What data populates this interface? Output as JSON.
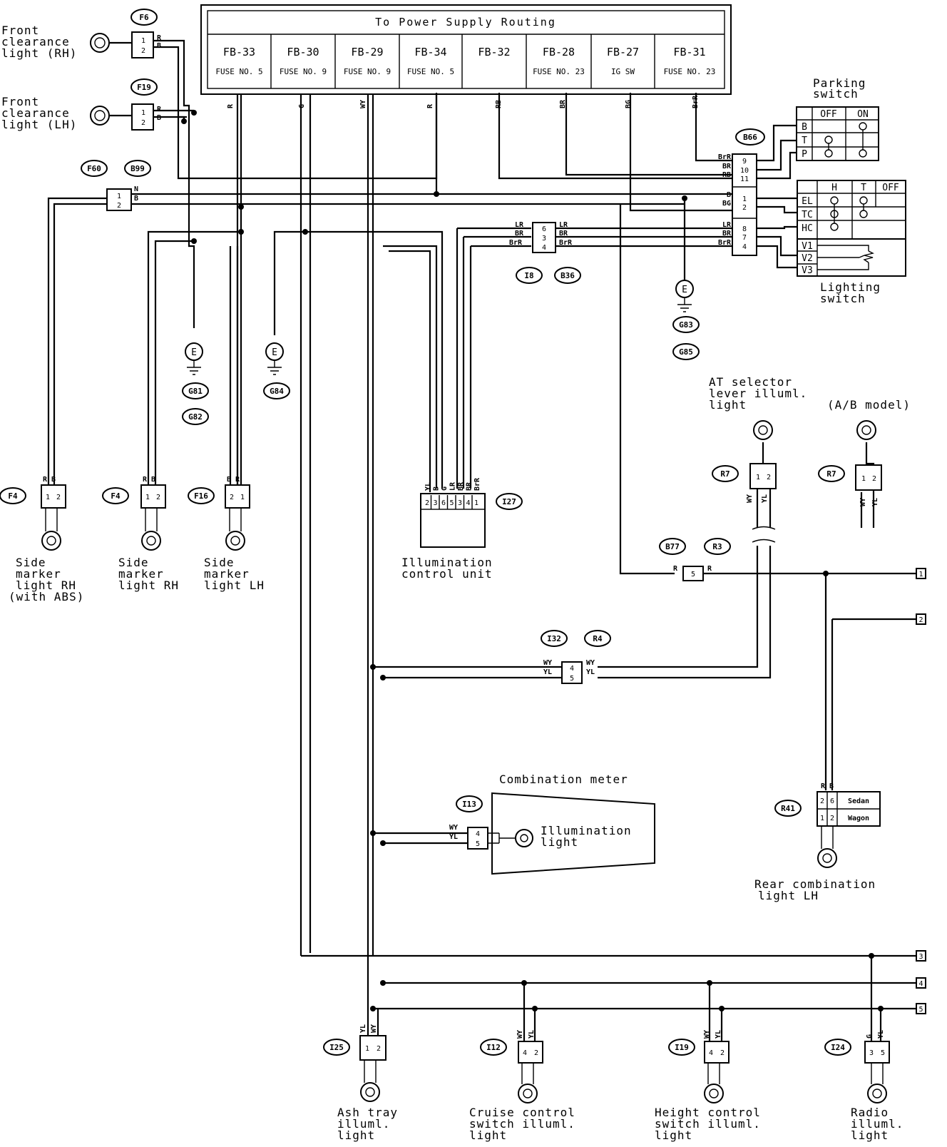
{
  "header": {
    "title": "To Power Supply Routing",
    "fuses": [
      {
        "code": "FB-33",
        "desc": "FUSE NO. 5"
      },
      {
        "code": "FB-30",
        "desc": "FUSE NO. 9"
      },
      {
        "code": "FB-29",
        "desc": "FUSE NO. 9"
      },
      {
        "code": "FB-34",
        "desc": "FUSE NO. 5"
      },
      {
        "code": "FB-32",
        "desc": ""
      },
      {
        "code": "FB-28",
        "desc": "FUSE NO. 23"
      },
      {
        "code": "FB-27",
        "desc": "IG SW"
      },
      {
        "code": "FB-31",
        "desc": "FUSE NO. 23"
      }
    ]
  },
  "header_wires": [
    "R",
    "G",
    "WY",
    "R",
    "RB",
    "BR",
    "BG",
    "BrR"
  ],
  "components": {
    "front_rh": {
      "lines": [
        "Front",
        "clearance",
        "light (RH)"
      ],
      "connector": "F6",
      "pins": [
        "1",
        "2"
      ],
      "wires": [
        "R",
        "B"
      ]
    },
    "front_lh": {
      "lines": [
        "Front",
        "clearance",
        "light (LH)"
      ],
      "connector": "F19",
      "pins": [
        "1",
        "2"
      ],
      "wires": [
        "R",
        "B"
      ]
    },
    "junction_top": {
      "connectors": [
        "F60",
        "B99"
      ],
      "pins": [
        "1",
        "2"
      ],
      "wires": [
        "N",
        "B"
      ]
    },
    "side_rh_abs": {
      "lines": [
        "Side",
        "marker",
        "light RH",
        "(with ABS)"
      ],
      "connector": "F4",
      "pins": [
        "1",
        "2"
      ],
      "wires": [
        "R",
        "B"
      ]
    },
    "side_rh": {
      "lines": [
        "Side",
        "marker",
        "light RH"
      ],
      "connector": "F4",
      "pins": [
        "1",
        "2"
      ],
      "wires": [
        "R",
        "B"
      ]
    },
    "side_lh": {
      "lines": [
        "Side",
        "marker",
        "light LH"
      ],
      "connector": "F16",
      "pins": [
        "2",
        "1"
      ],
      "wires": [
        "B",
        "R"
      ]
    },
    "grounds": {
      "g81": "G81",
      "g82": "G82",
      "g84": "G84",
      "g83": "G83",
      "g85": "G85"
    },
    "illum_cu": {
      "lines": [
        "Illumination",
        "control unit"
      ],
      "connector": "I27",
      "pins": [
        "2",
        "3",
        "6",
        "5",
        "3",
        "4",
        "1"
      ],
      "wires": [
        "YL",
        "B",
        "G",
        "LR",
        "BR",
        "BR",
        "BrR"
      ]
    },
    "conn_i8": {
      "connectors": [
        "I8",
        "B36"
      ],
      "pins": [
        "6",
        "3",
        "4"
      ],
      "wires_left": [
        "LR",
        "BR",
        "BrR"
      ],
      "wires_right": [
        "LR",
        "BR",
        "BrR"
      ]
    },
    "parking": {
      "lines": [
        "Parking",
        "switch"
      ],
      "headers": [
        "OFF",
        "ON"
      ],
      "rows": [
        "B",
        "T",
        "P"
      ]
    },
    "lighting": {
      "lines": [
        "Lighting",
        "switch"
      ],
      "headers": [
        "H",
        "T",
        "OFF"
      ],
      "rows": [
        "EL",
        "TC",
        "HC",
        "V1",
        "V2",
        "V3"
      ]
    },
    "b66": {
      "connector": "B66",
      "pins_a": [
        "9",
        "10",
        "11"
      ],
      "wires_a": [
        "BrR",
        "BR",
        "RB"
      ],
      "pins_b": [
        "1",
        "2"
      ],
      "wires_b": [
        "B",
        "BG"
      ],
      "pins_c": [
        "8",
        "7",
        "4"
      ],
      "wires_c": [
        "LR",
        "BR",
        "BrR"
      ]
    },
    "at_selector": {
      "lines": [
        "AT selector",
        "lever illuml.",
        "light"
      ],
      "connector": "R7",
      "pins": [
        "1",
        "2"
      ],
      "wires": [
        "WY",
        "YL"
      ]
    },
    "ab_model": {
      "label": "(A/B model)",
      "connector": "R7",
      "pins": [
        "1",
        "2"
      ],
      "wires": [
        "WY",
        "YL"
      ]
    },
    "b77": {
      "connectors": [
        "B77",
        "R3"
      ],
      "pin": "5",
      "wires": [
        "R",
        "R"
      ]
    },
    "i32": {
      "connectors": [
        "I32",
        "R4"
      ],
      "pins": [
        "4",
        "5"
      ],
      "wires_left": [
        "WY",
        "YL"
      ],
      "wires_right": [
        "WY",
        "YL"
      ]
    },
    "meter": {
      "title": "Combination meter",
      "lines": [
        "Illumination",
        "light"
      ],
      "connector": "I13",
      "pins": [
        "4",
        "5"
      ],
      "wires": [
        "WY",
        "YL"
      ]
    },
    "rear_comb": {
      "lines": [
        "Rear combination",
        "light LH"
      ],
      "connector": "R41",
      "pins": [
        "2",
        "1"
      ],
      "wires": [
        "R",
        "B"
      ],
      "variants": [
        "Sedan",
        "Wagon"
      ],
      "variant_pins": [
        "6",
        "2"
      ]
    },
    "ash": {
      "lines": [
        "Ash tray",
        "illuml.",
        "light"
      ],
      "connector": "I25",
      "pins": [
        "1",
        "2"
      ],
      "wires": [
        "YL",
        "WY"
      ]
    },
    "cruise": {
      "lines": [
        "Cruise control",
        "switch illuml.",
        "light"
      ],
      "connector": "I12",
      "pins": [
        "4",
        "2"
      ],
      "wires": [
        "WY",
        "YL"
      ]
    },
    "height": {
      "lines": [
        "Height control",
        "switch illuml.",
        "light"
      ],
      "connector": "I19",
      "pins": [
        "4",
        "2"
      ],
      "wires": [
        "WY",
        "YL"
      ]
    },
    "radio": {
      "lines": [
        "Radio",
        "illuml.",
        "light"
      ],
      "connector": "I24",
      "pins": [
        "3",
        "5"
      ],
      "wires": [
        "G",
        "YL"
      ]
    }
  },
  "terminals": [
    "1",
    "2",
    "3",
    "4",
    "5"
  ]
}
